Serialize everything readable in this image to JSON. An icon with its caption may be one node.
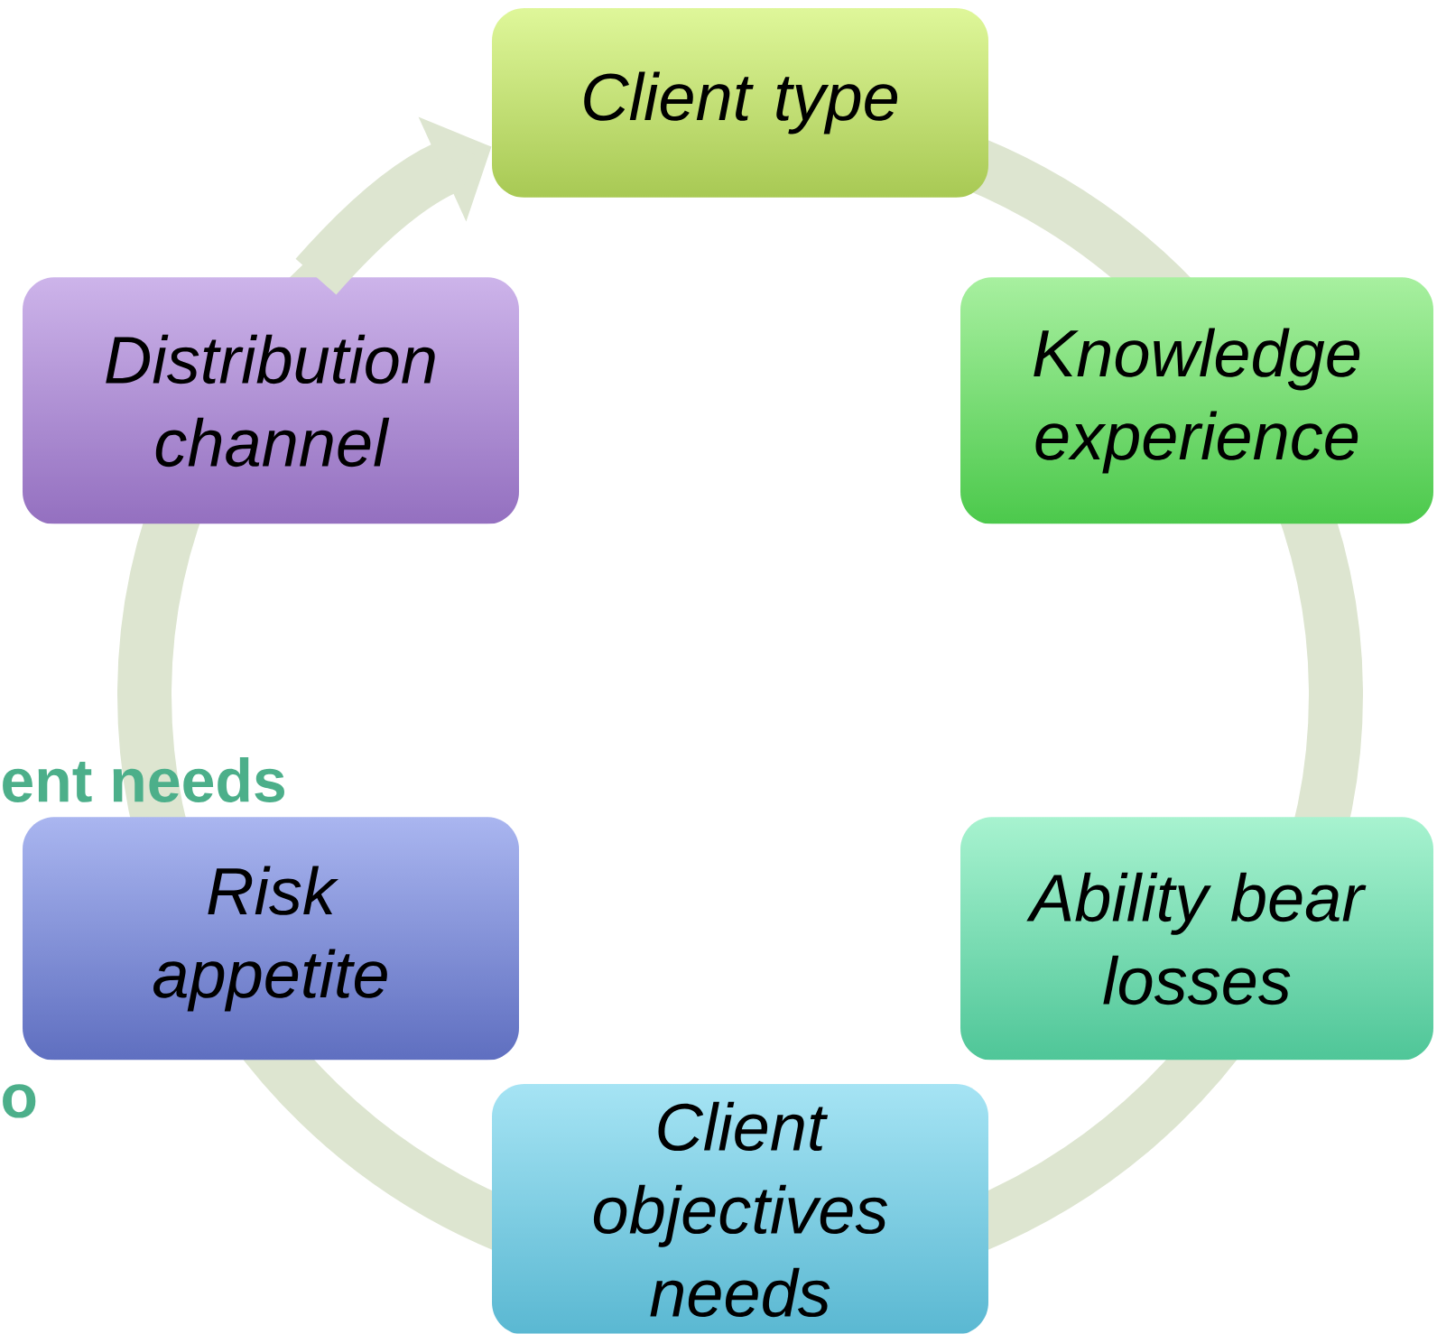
{
  "diagram": {
    "nodes": [
      {
        "text": [
          "Client type"
        ]
      },
      {
        "text": [
          "Knowledge experience"
        ]
      },
      {
        "text": [
          "Ability bear losses"
        ]
      },
      {
        "text": [
          "Client objectives needs"
        ]
      },
      {
        "text": [
          "Risk appetite"
        ]
      },
      {
        "text": [
          "Distribution channel"
        ]
      }
    ],
    "edges": [
      {
        "from": 5,
        "to": 0,
        "arrow": "to"
      }
    ],
    "labels": [
      "ent needs",
      "o"
    ]
  }
}
